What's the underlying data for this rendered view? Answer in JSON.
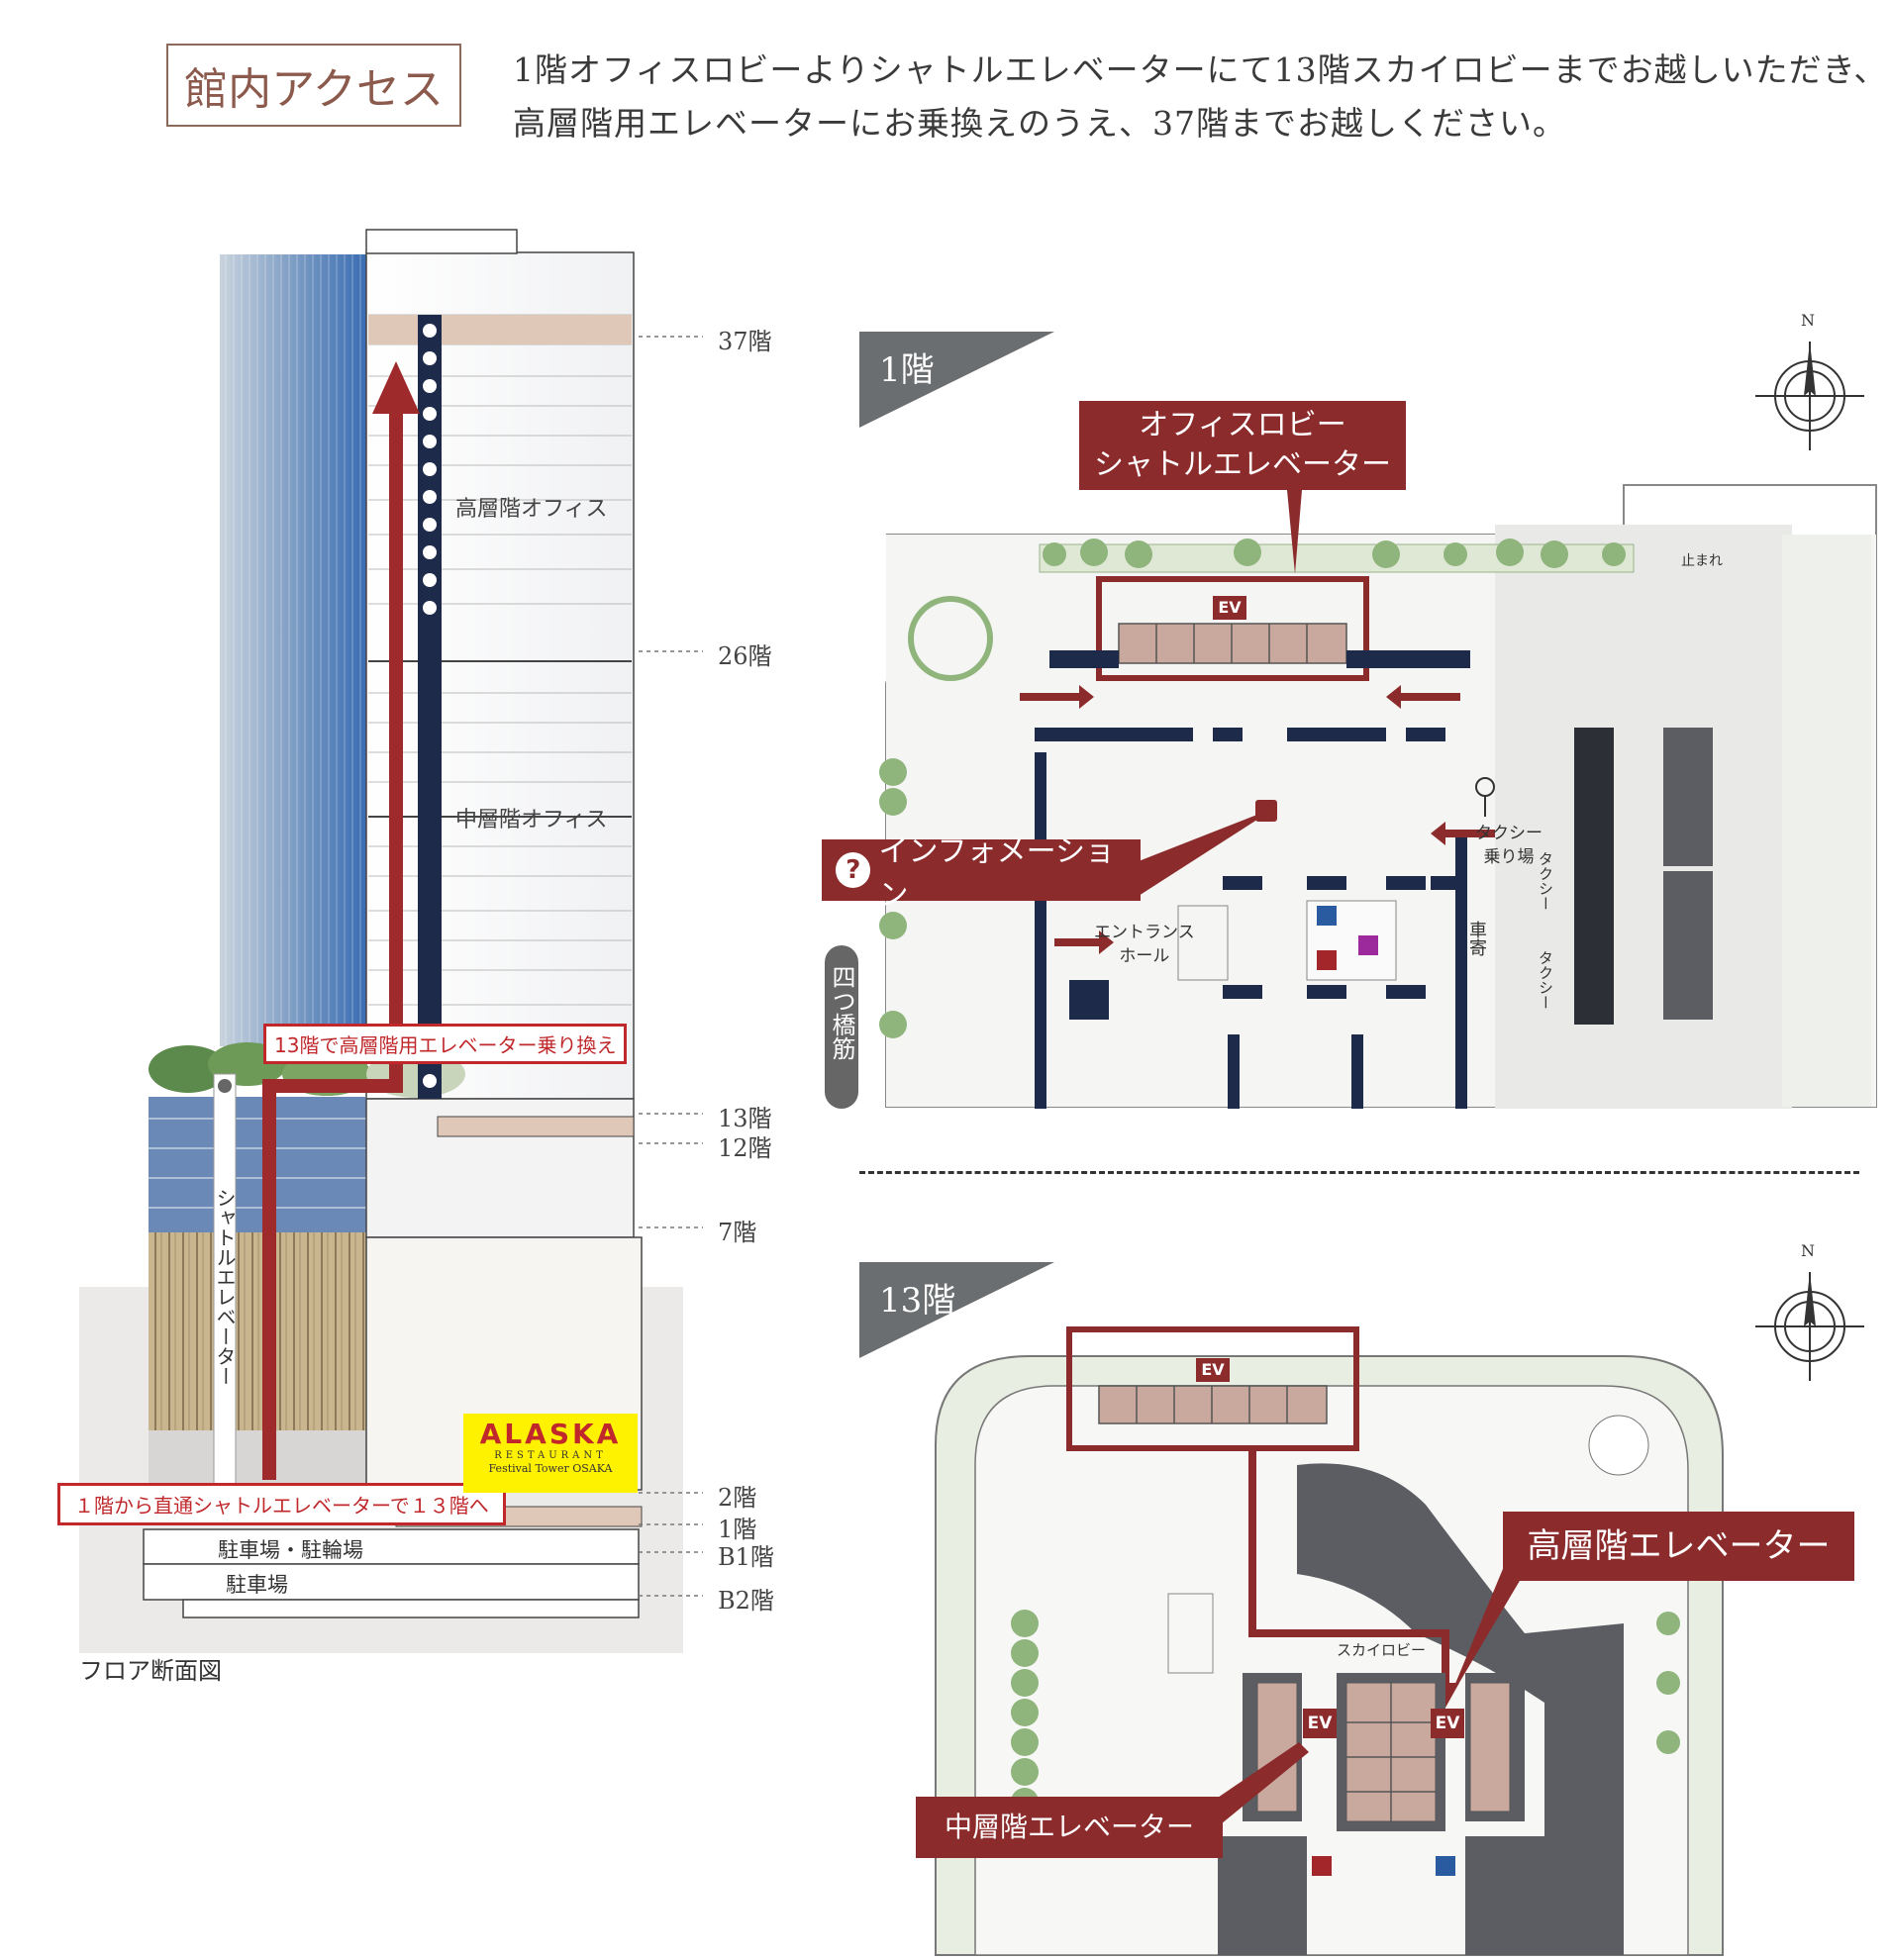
{
  "header": {
    "title": "館内アクセス",
    "line1": "1階オフィスロビーよりシャトルエレベーターにて13階スカイロビーまでお越しいただき、",
    "line2": "高層階用エレベーターにお乗換えのうえ、37階までお越しください。"
  },
  "section": {
    "floors": [
      "37階",
      "26階",
      "13階",
      "12階",
      "7階",
      "2階",
      "1階",
      "B1階",
      "B2階"
    ],
    "upper_office": "高層階オフィス",
    "middle_office": "中層階オフィス",
    "shuttle_label": "シャトルエレベーター",
    "transfer_note": "13階で高層階用エレベーター乗り換え",
    "direct_note": "１階から直通シャトルエレベーターで１３階へ",
    "parking_b1": "駐車場・駐輪場",
    "parking_b2": "駐車場",
    "caption": "フロア断面図",
    "logo_main": "ALASKA",
    "logo_sub1": "RESTAURANT",
    "logo_sub2": "Festival Tower OSAKA"
  },
  "floor1": {
    "tag": "1階",
    "callout_line1": "オフィスロビー",
    "callout_line2": "シャトルエレベーター",
    "ev": "EV",
    "info": "インフォメーション",
    "info_icon": "?",
    "entrance": "エントランス\nホール",
    "taxi_stand": "タクシー\n乗り場",
    "car": "車寄",
    "street": "四つ橋筋",
    "stop": "止まれ",
    "taxi1": "タクシー",
    "taxi2": "タクシー",
    "north": "N"
  },
  "floor13": {
    "tag": "13階",
    "ev": "EV",
    "high_callout": "高層階エレベーター",
    "mid_callout": "中層階エレベーター",
    "sky_lobby": "スカイロビー",
    "north": "N"
  },
  "colors": {
    "accent": "#8c2b2b",
    "red": "#c0282b",
    "navy": "#1e2a4a",
    "tag_gray": "#6b6e70"
  }
}
